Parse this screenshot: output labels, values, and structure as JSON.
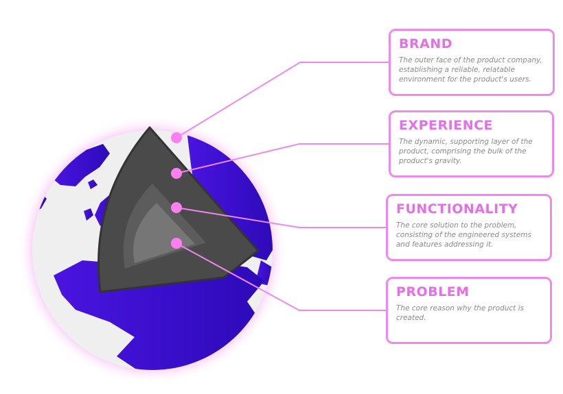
{
  "colors": {
    "accent": "#ee88ee",
    "title": "#e66ee6",
    "ocean": "#f0f0f0",
    "land": "#3a0ecf",
    "glow": "#f3a6f3",
    "layer_brand": "#4a4a4a",
    "layer_experience": "#4a4a4a",
    "layer_functionality": "#5c5c5c",
    "layer_problem": "#767676",
    "marker": "#ff7ef0"
  },
  "layers": [
    {
      "id": "brand",
      "title": "BRAND",
      "lines": [
        "The outer face of the product company,",
        "establishing a reliable, relatable",
        "environment for the product's users."
      ]
    },
    {
      "id": "experience",
      "title": "EXPERIENCE",
      "lines": [
        "The dynamic, supporting layer of the",
        "product, comprising the bulk of the",
        "product's gravity."
      ]
    },
    {
      "id": "functionality",
      "title": "FUNCTIONALITY",
      "lines": [
        "The core solution to the problem,",
        "consisting of the engineered systems",
        "and features addressing it."
      ]
    },
    {
      "id": "problem",
      "title": "PROBLEM",
      "lines": [
        "The core reason why the product is",
        "created."
      ]
    }
  ]
}
